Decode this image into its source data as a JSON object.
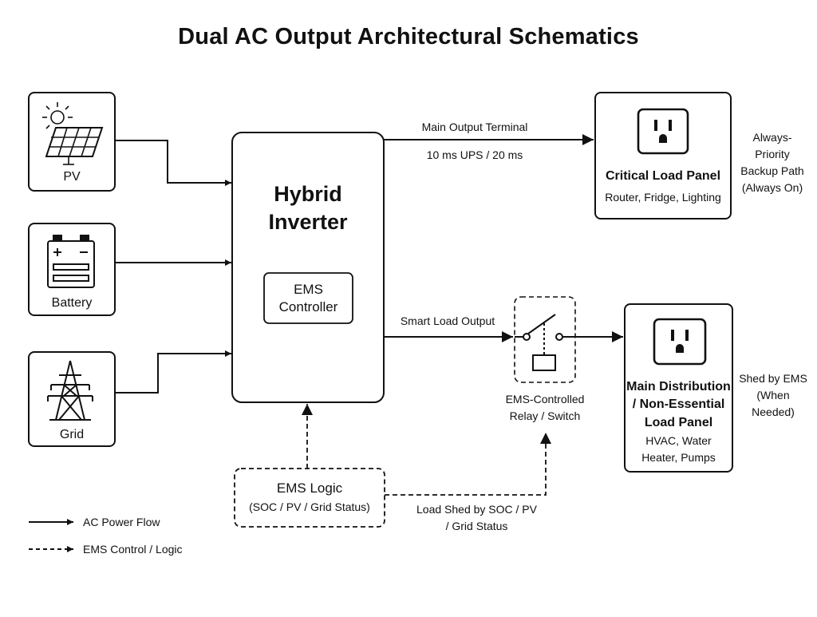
{
  "title": "Dual AC Output Architectural Schematics",
  "sources": {
    "pv": "PV",
    "battery": "Battery",
    "grid": "Grid"
  },
  "inverter": {
    "title": "Hybrid Inverter",
    "ems_controller": "EMS Controller"
  },
  "main_output": {
    "label": "Main Output Terminal",
    "sublabel": "10 ms UPS / 20 ms"
  },
  "critical_panel": {
    "title": "Critical Load Panel",
    "loads": "Router, Fridge, Lighting",
    "note": "Always-Priority Backup Path (Always On)"
  },
  "smart_output": {
    "label": "Smart Load Output"
  },
  "relay": {
    "label": "EMS-Controlled Relay / Switch"
  },
  "main_panel": {
    "title": "Main Distribution / Non-Essential Load Panel",
    "loads": "HVAC, Water Heater, Pumps",
    "note": "Shed by EMS (When Needed)"
  },
  "ems_logic": {
    "title": "EMS Logic",
    "subtitle": "(SOC / PV / Grid Status)"
  },
  "load_shed": {
    "label": "Load Shed by SOC / PV / Grid Status"
  },
  "legend": {
    "ac_power_flow": "AC Power Flow",
    "ems_control": "EMS Control / Logic"
  }
}
